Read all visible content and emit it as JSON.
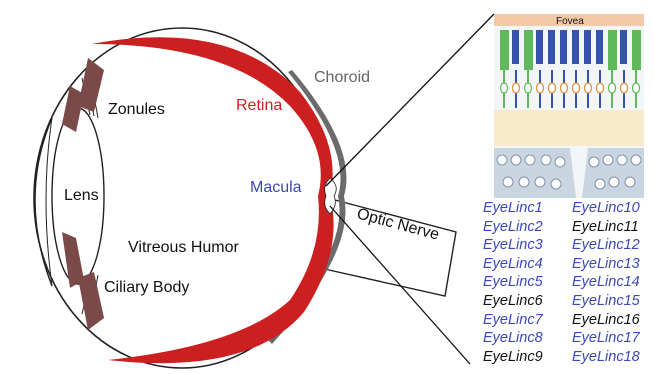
{
  "labels": {
    "choroid": "Choroid",
    "retina": "Retina",
    "zonules": "Zonules",
    "lens": "Lens",
    "macula": "Macula",
    "optic_nerve": "Optic Nerve",
    "vitreous_humor": "Vitreous Humor",
    "ciliary_body": "Ciliary Body",
    "fovea": "Fovea"
  },
  "colors": {
    "retina": "#cc1f1f",
    "choroid": "#666666",
    "ciliary": "#7a4a48",
    "macula": "#3a48b8",
    "highlight_blue": "#3a48b8",
    "plain": "#111111"
  },
  "eyelinc_left": [
    {
      "text": "EyeLinc1",
      "highlight": true
    },
    {
      "text": "EyeLinc2",
      "highlight": true
    },
    {
      "text": "EyeLinc3",
      "highlight": true
    },
    {
      "text": "EyeLinc4",
      "highlight": true
    },
    {
      "text": "EyeLinc5",
      "highlight": true
    },
    {
      "text": "EyeLinc6",
      "highlight": false
    },
    {
      "text": "EyeLinc7",
      "highlight": true
    },
    {
      "text": "EyeLinc8",
      "highlight": true
    },
    {
      "text": "EyeLinc9",
      "highlight": false
    }
  ],
  "eyelinc_right": [
    {
      "text": "EyeLinc10",
      "highlight": true
    },
    {
      "text": "EyeLinc11",
      "highlight": false
    },
    {
      "text": "EyeLinc12",
      "highlight": true
    },
    {
      "text": "EyeLinc13",
      "highlight": true
    },
    {
      "text": "EyeLinc14",
      "highlight": true
    },
    {
      "text": "EyeLinc15",
      "highlight": true
    },
    {
      "text": "EyeLinc16",
      "highlight": false
    },
    {
      "text": "EyeLinc17",
      "highlight": true
    },
    {
      "text": "EyeLinc18",
      "highlight": true
    }
  ]
}
